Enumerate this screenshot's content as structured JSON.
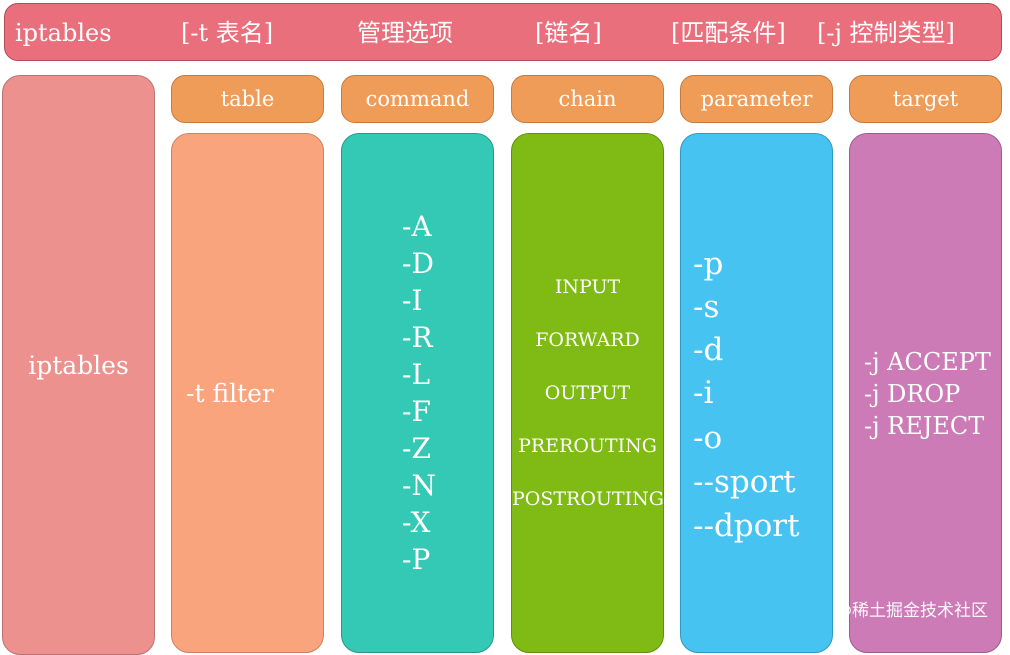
{
  "header": {
    "command_name": "iptables",
    "table_part": "[-t 表名]",
    "command_part": "管理选项",
    "chain_part": "[链名]",
    "match_part": "[匹配条件]",
    "target_part": "[-j 控制类型]"
  },
  "columns": {
    "first": {
      "label": "iptables"
    },
    "table": {
      "title": "table",
      "items": [
        "-t filter"
      ]
    },
    "command": {
      "title": "command",
      "items": [
        "-A",
        "-D",
        "-I",
        "-R",
        "-L",
        "-F",
        "-Z",
        "-N",
        "-X",
        "-P"
      ]
    },
    "chain": {
      "title": "chain",
      "items": [
        "INPUT",
        "FORWARD",
        "OUTPUT",
        "PREROUTING",
        "POSTROUTING"
      ]
    },
    "parameter": {
      "title": "parameter",
      "items": [
        "-p",
        "-s",
        "-d",
        "-i",
        "-o",
        "--sport",
        "--dport"
      ]
    },
    "target": {
      "title": "target",
      "items": [
        "-j ACCEPT",
        "-j DROP",
        "-j REJECT"
      ]
    }
  },
  "watermark": "@稀土掘金技术社区",
  "colors": {
    "header": "#ea6f7d",
    "pill": "#ef9c58",
    "first_column": "#ec918d",
    "table": "#f9a47c",
    "command": "#34c9b4",
    "chain": "#7fbb14",
    "parameter": "#46c3f0",
    "target": "#cc7bb6"
  }
}
